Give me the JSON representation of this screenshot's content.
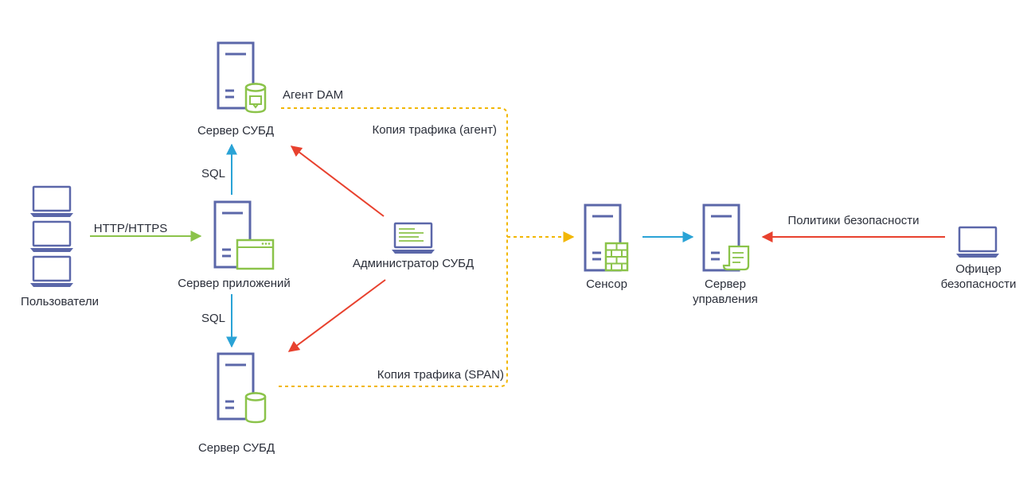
{
  "colors": {
    "server_stroke": "#5b67a9",
    "accent_green": "#8bc34a",
    "arrow_blue": "#2aa3d6",
    "arrow_red": "#e8412e",
    "dotted_yellow": "#f2b705",
    "arrow_green": "#8bc34a"
  },
  "labels": {
    "users": "Пользователи",
    "http": "HTTP/HTTPS",
    "app_server": "Сервер приложений",
    "db_server_top": "Сервер СУБД",
    "db_server_bottom": "Сервер СУБД",
    "sql_up": "SQL",
    "sql_down": "SQL",
    "agent_dam": "Агент DAM",
    "copy_agent": "Копия трафика (агент)",
    "copy_span": "Копия трафика (SPAN)",
    "db_admin": "Администратор СУБД",
    "sensor": "Сенсор",
    "mgmt_line1": "Сервер",
    "mgmt_line2": "управления",
    "policies": "Политики безопасности",
    "officer_line1": "Офицер",
    "officer_line2": "безопасности"
  },
  "icons": {
    "users": "laptop-icon",
    "app_server": "server-window-icon",
    "db_server_top": "server-database-agent-icon",
    "db_server_bottom": "server-database-icon",
    "db_admin": "laptop-console-icon",
    "sensor": "server-firewall-icon",
    "mgmt_server": "server-scroll-icon",
    "officer": "laptop-icon"
  }
}
